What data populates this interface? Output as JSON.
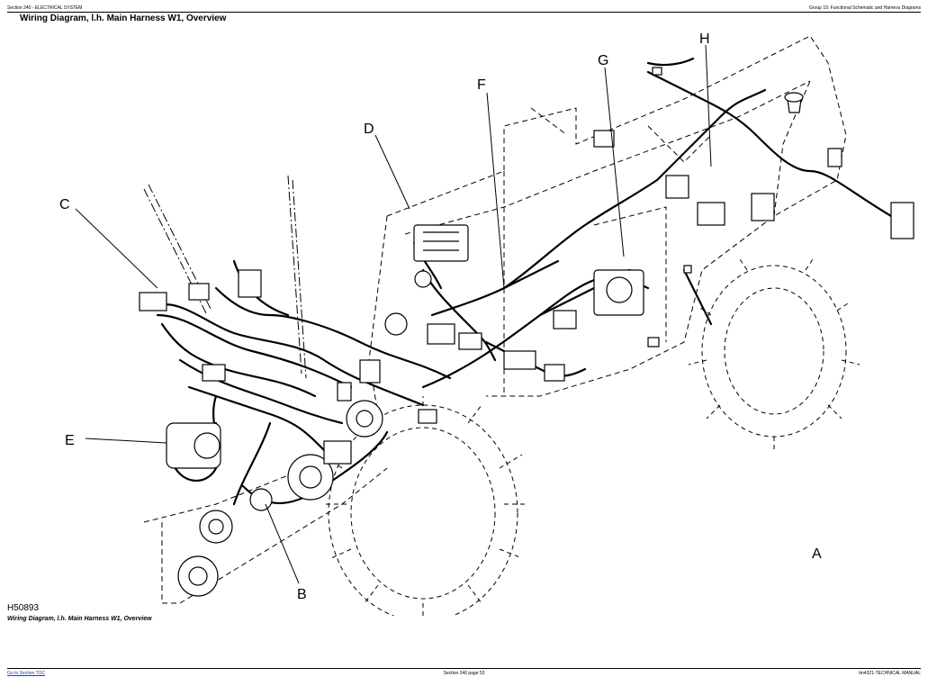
{
  "header": {
    "left": "Section 240 - ELECTRICAL SYSTEM",
    "right": "Group 10: Functional Schematic and Harness Diagrams"
  },
  "title": "Wiring Diagram, l.h. Main Harness W1, Overview",
  "callouts": [
    "A",
    "B",
    "C",
    "D",
    "E",
    "F",
    "G",
    "H"
  ],
  "figure_id": "H50893",
  "caption": "Wiring Diagram, l.h. Main Harness W1, Overview",
  "footer": {
    "link": "Go to Section TOC",
    "page": "Section 240 page 53",
    "manual": "tm4321-TECHNICAL MANUAL"
  }
}
